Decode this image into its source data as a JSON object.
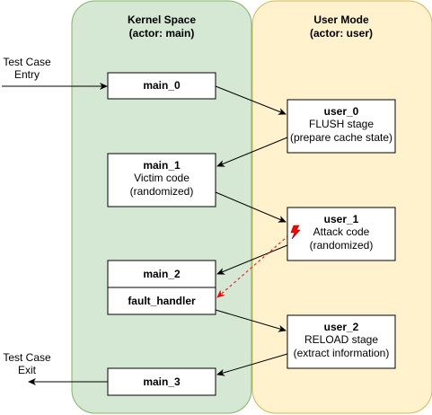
{
  "lanes": {
    "kernel": {
      "title": "Kernel Space",
      "subtitle": "(actor: main)",
      "fill": "#d5e8d4",
      "stroke": "#82b366"
    },
    "user": {
      "title": "User Mode",
      "subtitle": "(actor: user)",
      "fill": "#fff2cc",
      "stroke": "#d6b656"
    }
  },
  "entry": {
    "line1": "Test Case",
    "line2": "Entry"
  },
  "exit": {
    "line1": "Test Case",
    "line2": "Exit"
  },
  "nodes": {
    "main_0": {
      "title": "main_0"
    },
    "main_1": {
      "title": "main_1",
      "line1": "Victim code",
      "line2": "(randomized)"
    },
    "main_2": {
      "title": "main_2"
    },
    "fault_handler": {
      "title": "fault_handler"
    },
    "main_3": {
      "title": "main_3"
    },
    "user_0": {
      "title": "user_0",
      "line1": "FLUSH stage",
      "line2": "(prepare cache state)"
    },
    "user_1": {
      "title": "user_1",
      "line1": "Attack code",
      "line2": "(randomized)"
    },
    "user_2": {
      "title": "user_2",
      "line1": "RELOAD stage",
      "line2": "(extract information)"
    }
  },
  "colors": {
    "fault_edge": "#ff0000",
    "fault_icon": "#ff0000",
    "edge": "#000000"
  }
}
